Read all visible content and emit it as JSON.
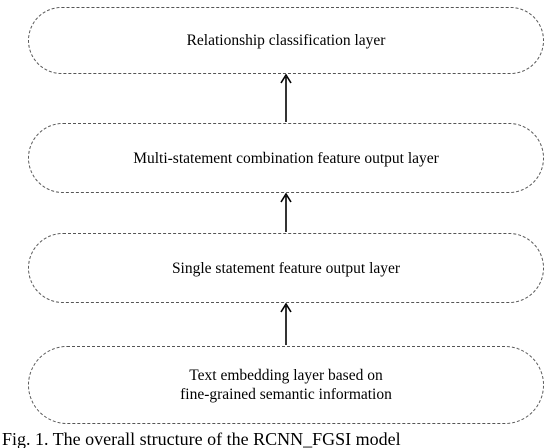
{
  "layers": [
    {
      "label": "Relationship classification layer"
    },
    {
      "label": "Multi-statement combination feature output layer"
    },
    {
      "label": "Single statement feature output layer"
    },
    {
      "label": "Text embedding layer based on\nfine-grained semantic information"
    }
  ],
  "caption": "Fig. 1. The overall structure of the RCNN_FGSI model"
}
